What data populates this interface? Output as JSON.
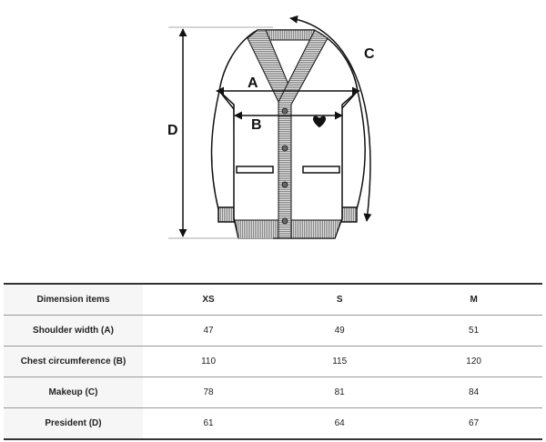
{
  "illustration": {
    "labels": {
      "a": "A",
      "b": "B",
      "c": "C",
      "d": "D"
    }
  },
  "table": {
    "headers": [
      "Dimension items",
      "XS",
      "S",
      "M"
    ],
    "rows": [
      {
        "label": "Shoulder width (A)",
        "values": [
          "47",
          "49",
          "51"
        ]
      },
      {
        "label": "Chest circumference (B)",
        "values": [
          "110",
          "115",
          "120"
        ]
      },
      {
        "label": "Makeup (C)",
        "values": [
          "78",
          "81",
          "84"
        ]
      },
      {
        "label": "President (D)",
        "values": [
          "61",
          "64",
          "67"
        ]
      }
    ]
  }
}
